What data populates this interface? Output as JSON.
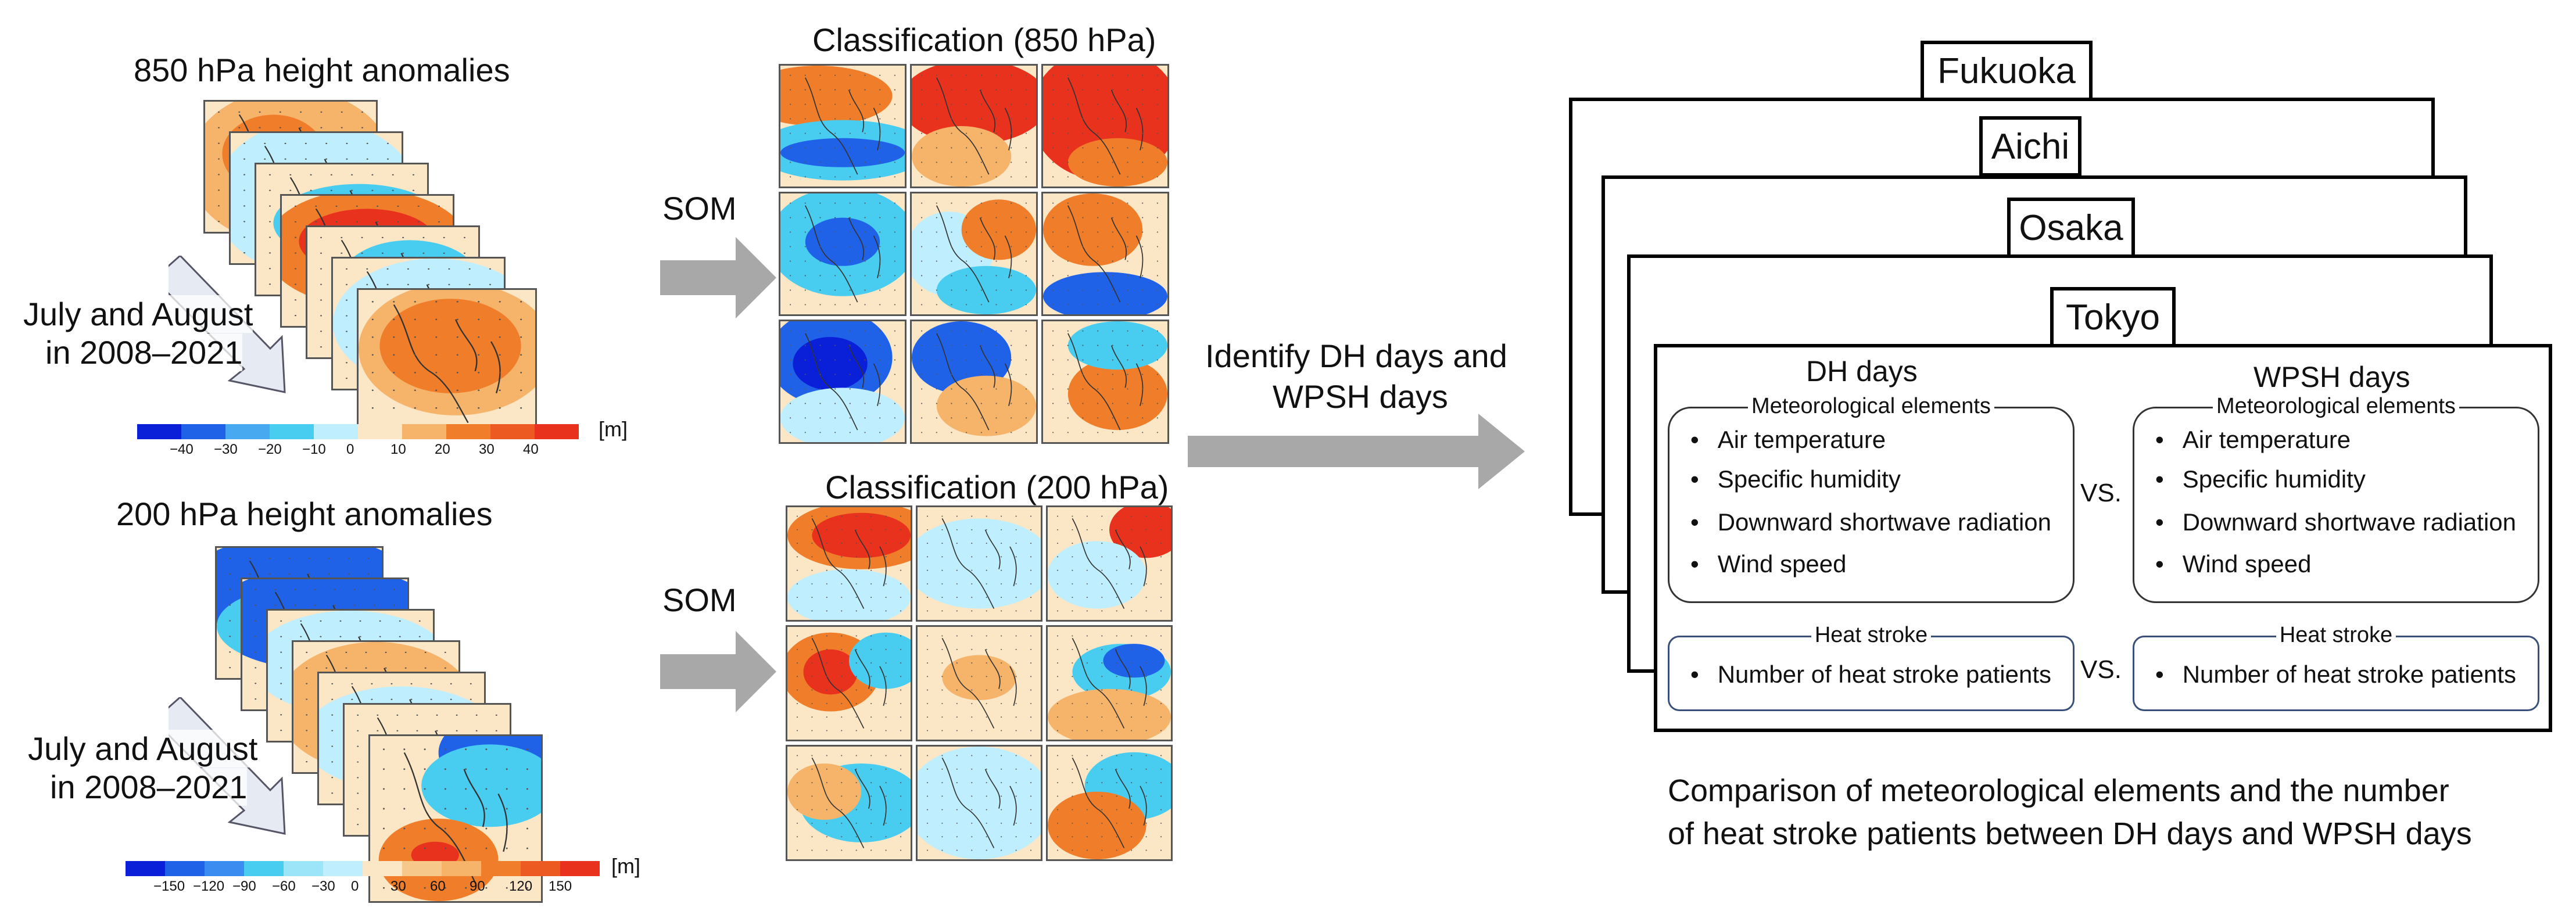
{
  "panel_850": {
    "title": "850 hPa height anomalies",
    "period_line1": "July and August",
    "period_line2": "in 2008–2021",
    "unit": "[m]",
    "ticks": [
      "−40",
      "−30",
      "−20",
      "−10",
      "0",
      "10",
      "20",
      "30",
      "40"
    ]
  },
  "panel_200": {
    "title": "200 hPa height anomalies",
    "period_line1": "July and August",
    "period_line2": "in 2008–2021",
    "unit": "[m]",
    "ticks": [
      "−150",
      "−120",
      "−90",
      "−60",
      "−30",
      "0",
      "30",
      "60",
      "90",
      "120",
      "150"
    ]
  },
  "som_label_top": "SOM",
  "som_label_bottom": "SOM",
  "classification_850_title": "Classification (850 hPa)",
  "classification_200_title": "Classification (200 hPa)",
  "identify_line1": "Identify DH days and",
  "identify_line2": "WPSH days",
  "cities": [
    "Fukuoka",
    "Aichi",
    "Osaka",
    "Tokyo"
  ],
  "comparison": {
    "left_header": "DH days",
    "right_header": "WPSH days",
    "met_group_title": "Meteorological elements",
    "met_items": [
      "Air temperature",
      "Specific humidity",
      "Downward shortwave radiation",
      "Wind speed"
    ],
    "heat_group_title": "Heat stroke",
    "heat_item": "Number of heat stroke patients",
    "vs_label": "VS."
  },
  "caption_line1": "Comparison of meteorological elements and the number",
  "caption_line2": "of heat stroke patients between DH days and WPSH days",
  "colors": {
    "red": "#e8321e",
    "orange": "#f07d2a",
    "light_orange": "#f6b36a",
    "beige": "#fbe6c6",
    "light_cyan": "#bfefff",
    "cyan": "#48cdf0",
    "blue": "#1f62e8",
    "dark_blue": "#0a1fd8"
  }
}
